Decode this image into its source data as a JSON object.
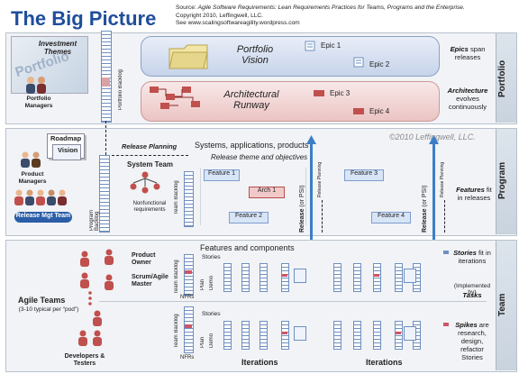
{
  "header": {
    "title": "The Big Picture",
    "source_line1_prefix": "Source:  ",
    "source_line1_italic": "Agile Software Requirements: Lean Requirements Practices for Teams, Programs and the Enterprise.",
    "source_line2": "Copyright 2010, Leffingwell, LLC.",
    "source_line3": "See www.scalingsoftwareagility.wordpress.com"
  },
  "portfolio": {
    "investment_themes": "Investment Themes",
    "portfolio_overlay": "Portfolio",
    "portfolio_managers": "Portfolio Managers",
    "portfolio_backlog": "Portfolio Backlog",
    "vision_label_1": "Portfolio",
    "vision_label_2": "Vision",
    "epic1": "Epic 1",
    "epic2": "Epic 2",
    "runway_label_1": "Architectural",
    "runway_label_2": "Runway",
    "epic3": "Epic 3",
    "epic4": "Epic 4",
    "desc1_bold": "Epics",
    "desc1_rest": " span releases",
    "desc2_bold": "Architecture",
    "desc2_rest": " evolves continuously",
    "side_label": "Portfolio"
  },
  "program": {
    "roadmap": "Roadmap",
    "vision": "Vision",
    "product_managers": "Product Managers",
    "release_mgt_team": "Release Mgt Team",
    "program_backlog": "Program Backlog",
    "release_planning": "Release Planning",
    "system_team": "System Team",
    "nfr": "Nonfunctional requirements",
    "team_backlog": "Team Backlog",
    "heading": "Systems, applications, products",
    "subheading": "Release theme and objectives",
    "copyright": "©2010 Leffingwell, LLC.",
    "feature1": "Feature 1",
    "feature2": "Feature 2",
    "feature3": "Feature 3",
    "feature4": "Feature 4",
    "arch1": "Arch 1",
    "release1_bold": "Release",
    "release1_rest": " (or PSI)",
    "release2_bold": "Release",
    "release2_rest": " (or PSI)",
    "release_planning_v": "Release Planning",
    "desc_bold": "Features",
    "desc_rest": " fit in releases",
    "side_label": "Program"
  },
  "team": {
    "heading": "Features and components",
    "product_owner": "Product Owner",
    "scrum_master": "Scrum/Agile Master",
    "agile_teams": "Agile Teams",
    "agile_teams_sub": "(3-10 typical per “pod”)",
    "developers_testers": "Developers & Testers",
    "team_backlog_1": "Team Backlog",
    "team_backlog_2": "Team Backlog",
    "nfrs_1": "NFRs",
    "nfrs_2": "NFRs",
    "stories_1": "Stories",
    "stories_2": "Stories",
    "plan": "Plan",
    "demo": "Demo",
    "iterations_1": "Iterations",
    "iterations_2": "Iterations",
    "desc1_bold": "Stories",
    "desc1_rest": " fit in iterations",
    "implemented_by": "(Implemented by)",
    "tasks": "Tasks",
    "desc3_bold": "Spikes",
    "desc3_rest": " are research, design, refactor Stories",
    "side_label": "Team"
  },
  "colors": {
    "title_blue": "#1f4e9c",
    "feature_blue": "#d7e5f7",
    "arch_red": "#f2c9c9",
    "release_arrow": "#3c7ec6"
  }
}
